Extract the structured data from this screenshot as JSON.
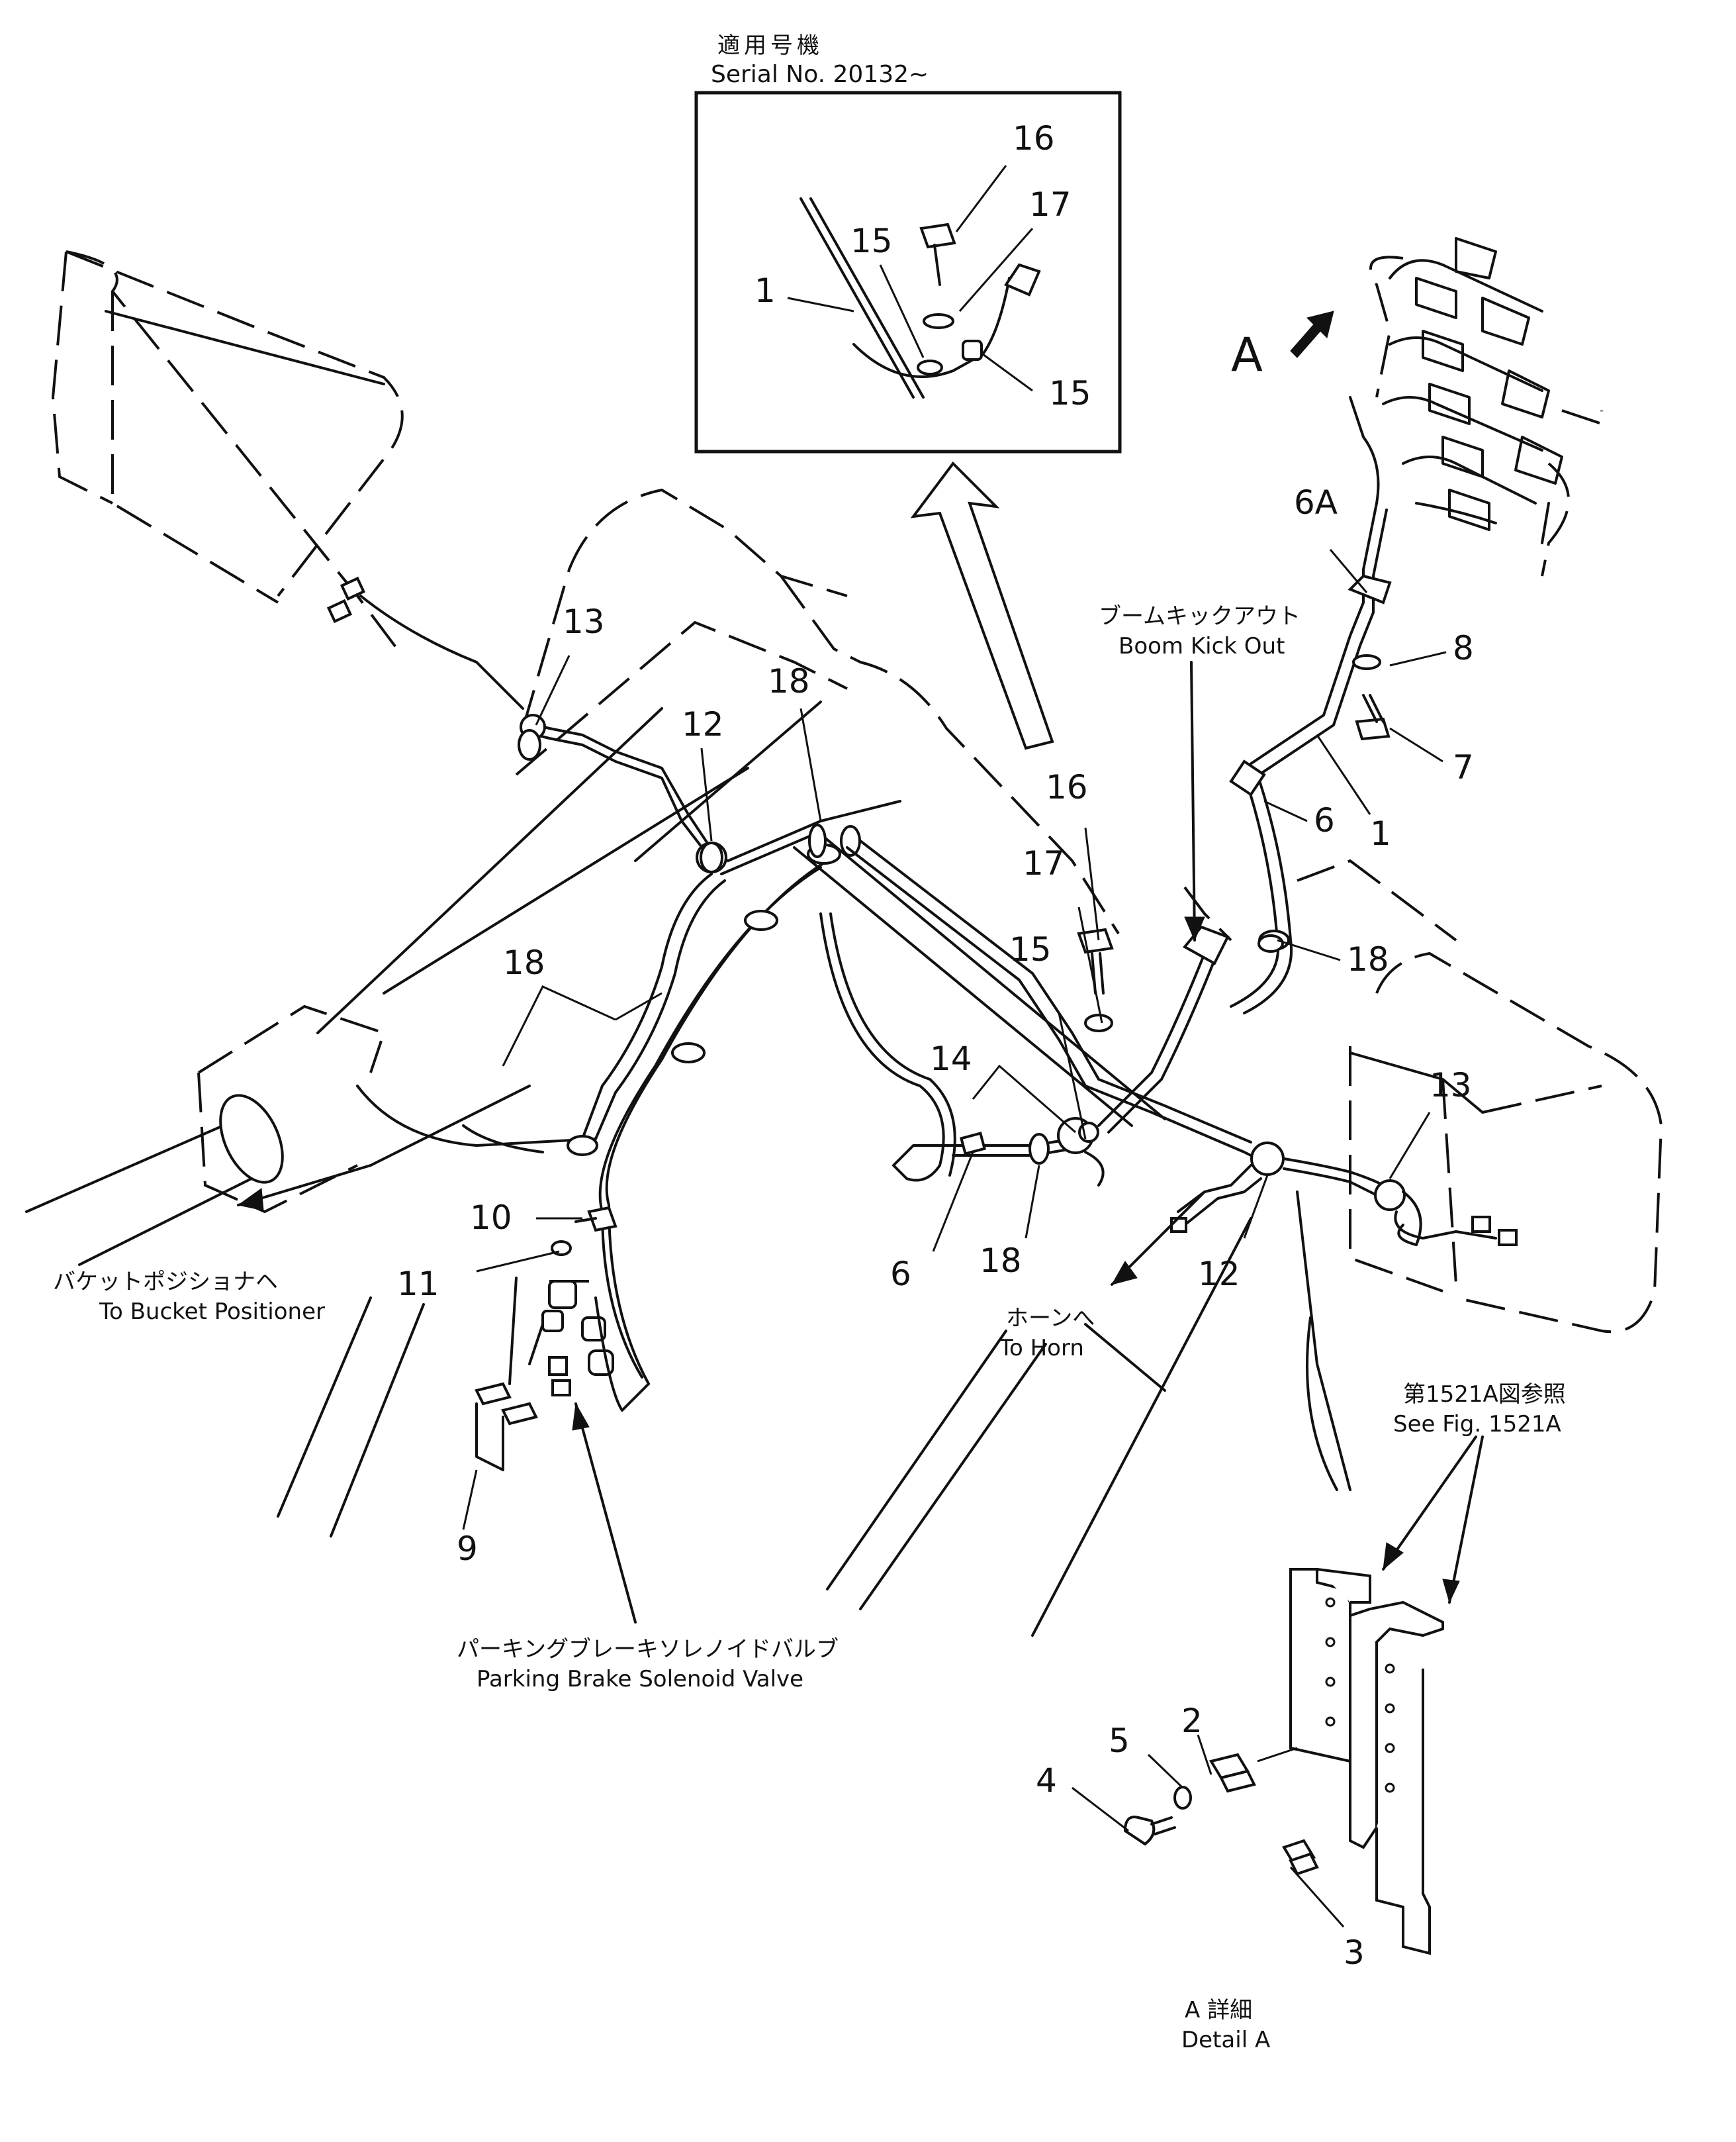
{
  "inset": {
    "title_jp": "適用号機",
    "serial": "Serial No. 20132~",
    "callouts": [
      "16",
      "17",
      "15",
      "1",
      "15"
    ]
  },
  "view_marker": {
    "label": "A"
  },
  "captions": {
    "boom_kick_out_jp": "ブームキックアウト",
    "boom_kick_out_en": "Boom Kick Out",
    "bucket_positioner_jp": "バケットポジショナヘ",
    "bucket_positioner_en": "To Bucket Positioner",
    "horn_jp": "ホーンへ",
    "horn_en": "To Horn",
    "parking_brake_jp": "パーキングブレーキソレノイドバルブ",
    "parking_brake_en": "Parking Brake Solenoid Valve",
    "see_fig_jp": "第1521A図参照",
    "see_fig_en": "See Fig. 1521A",
    "detail_jp": "A 詳細",
    "detail_en": "Detail A"
  },
  "callouts": {
    "c6a": "6A",
    "c8": "8",
    "c7": "7",
    "c6_top": "6",
    "c1": "1",
    "c13_left": "13",
    "c12_left": "12",
    "c18_top": "18",
    "c16": "16",
    "c17": "17",
    "c15": "15",
    "c18_mid": "18",
    "c18_left": "18",
    "c14": "14",
    "c13_right": "13",
    "c10": "10",
    "c11": "11",
    "c6_bottom": "6",
    "c18_bottom": "18",
    "c12_right": "12",
    "c9": "9",
    "c2": "2",
    "c5": "5",
    "c4": "4",
    "c3": "3"
  }
}
